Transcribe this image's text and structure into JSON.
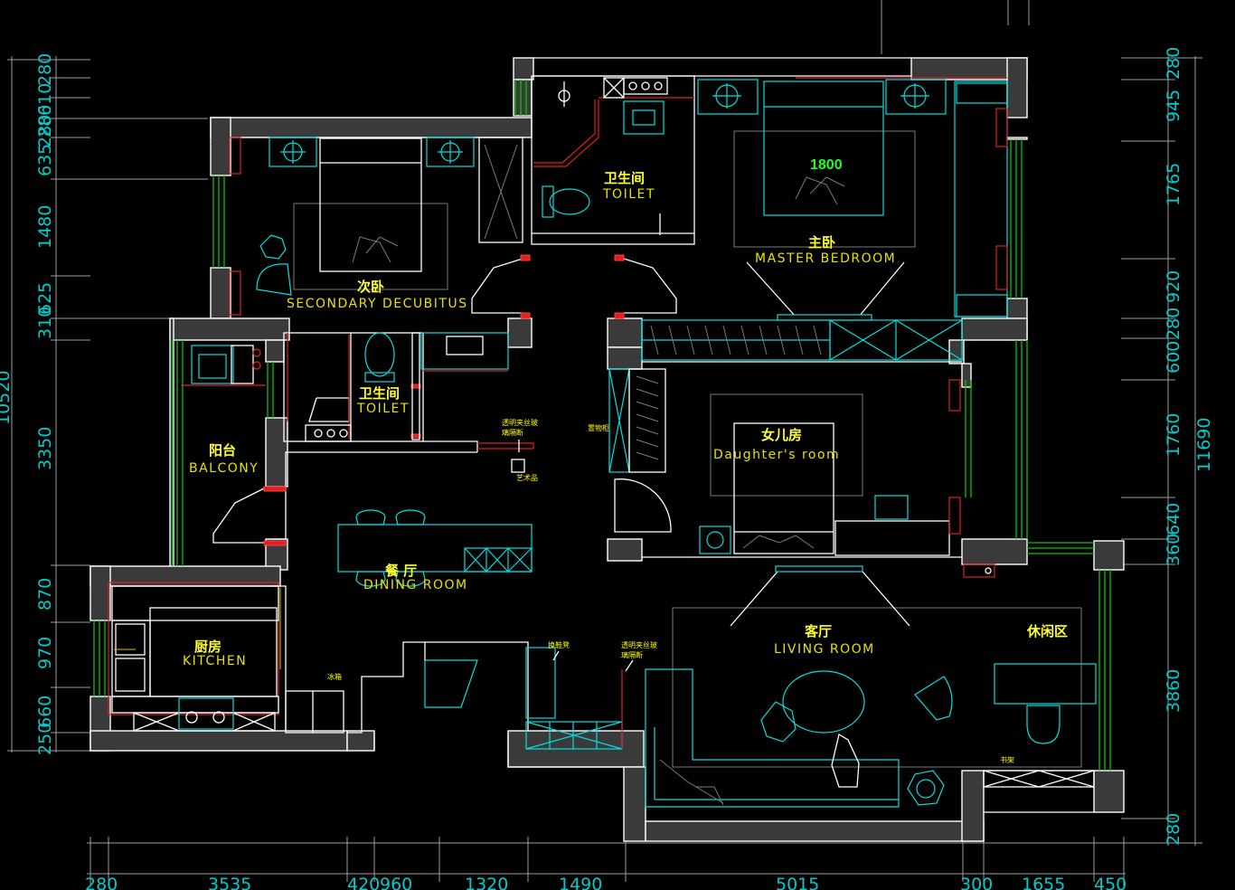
{
  "rooms": {
    "secondary_bedroom": {
      "cn": "次卧",
      "en": "SECONDARY DECUBITUS"
    },
    "toilet_top": {
      "cn": "卫生间",
      "en": "TOILET"
    },
    "master_bedroom": {
      "cn": "主卧",
      "en": "MASTER BEDROOM"
    },
    "toilet_mid": {
      "cn": "卫生间",
      "en": "TOILET"
    },
    "balcony": {
      "cn": "阳台",
      "en": "BALCONY"
    },
    "daughters_room": {
      "cn": "女儿房",
      "en": "Daughter's room"
    },
    "dining_room": {
      "cn": "餐 厅",
      "en": "DINING ROOM"
    },
    "kitchen": {
      "cn": "厨房",
      "en": "KITCHEN"
    },
    "living_room": {
      "cn": "客厅",
      "en": "LIVING ROOM"
    },
    "leisure_area": {
      "cn": "休闲区"
    }
  },
  "bed_size": "1800",
  "notes": {
    "glass_partition_1_line1": "透明夹丝玻",
    "glass_partition_1_line2": "璃隔断",
    "art_piece": "艺术品",
    "storage_shelf": "置物柜",
    "shoe_bench": "换鞋凳",
    "glass_partition_2_line1": "透明夹丝玻",
    "glass_partition_2_line2": "璃隔断",
    "fridge": "冰箱",
    "bookshelf": "书架"
  },
  "dimensions": {
    "left": [
      "280",
      "610",
      "280",
      "635",
      "280",
      "1480",
      "625",
      "310",
      "10520",
      "3350",
      "870",
      "970",
      "660",
      "250"
    ],
    "right": [
      "280",
      "945",
      "1765",
      "920",
      "280",
      "600",
      "1760",
      "640",
      "360",
      "3860",
      "280",
      "11690"
    ],
    "bottom": [
      "280",
      "3535",
      "420",
      "960",
      "1320",
      "1490",
      "5015",
      "300",
      "1655",
      "450"
    ]
  }
}
